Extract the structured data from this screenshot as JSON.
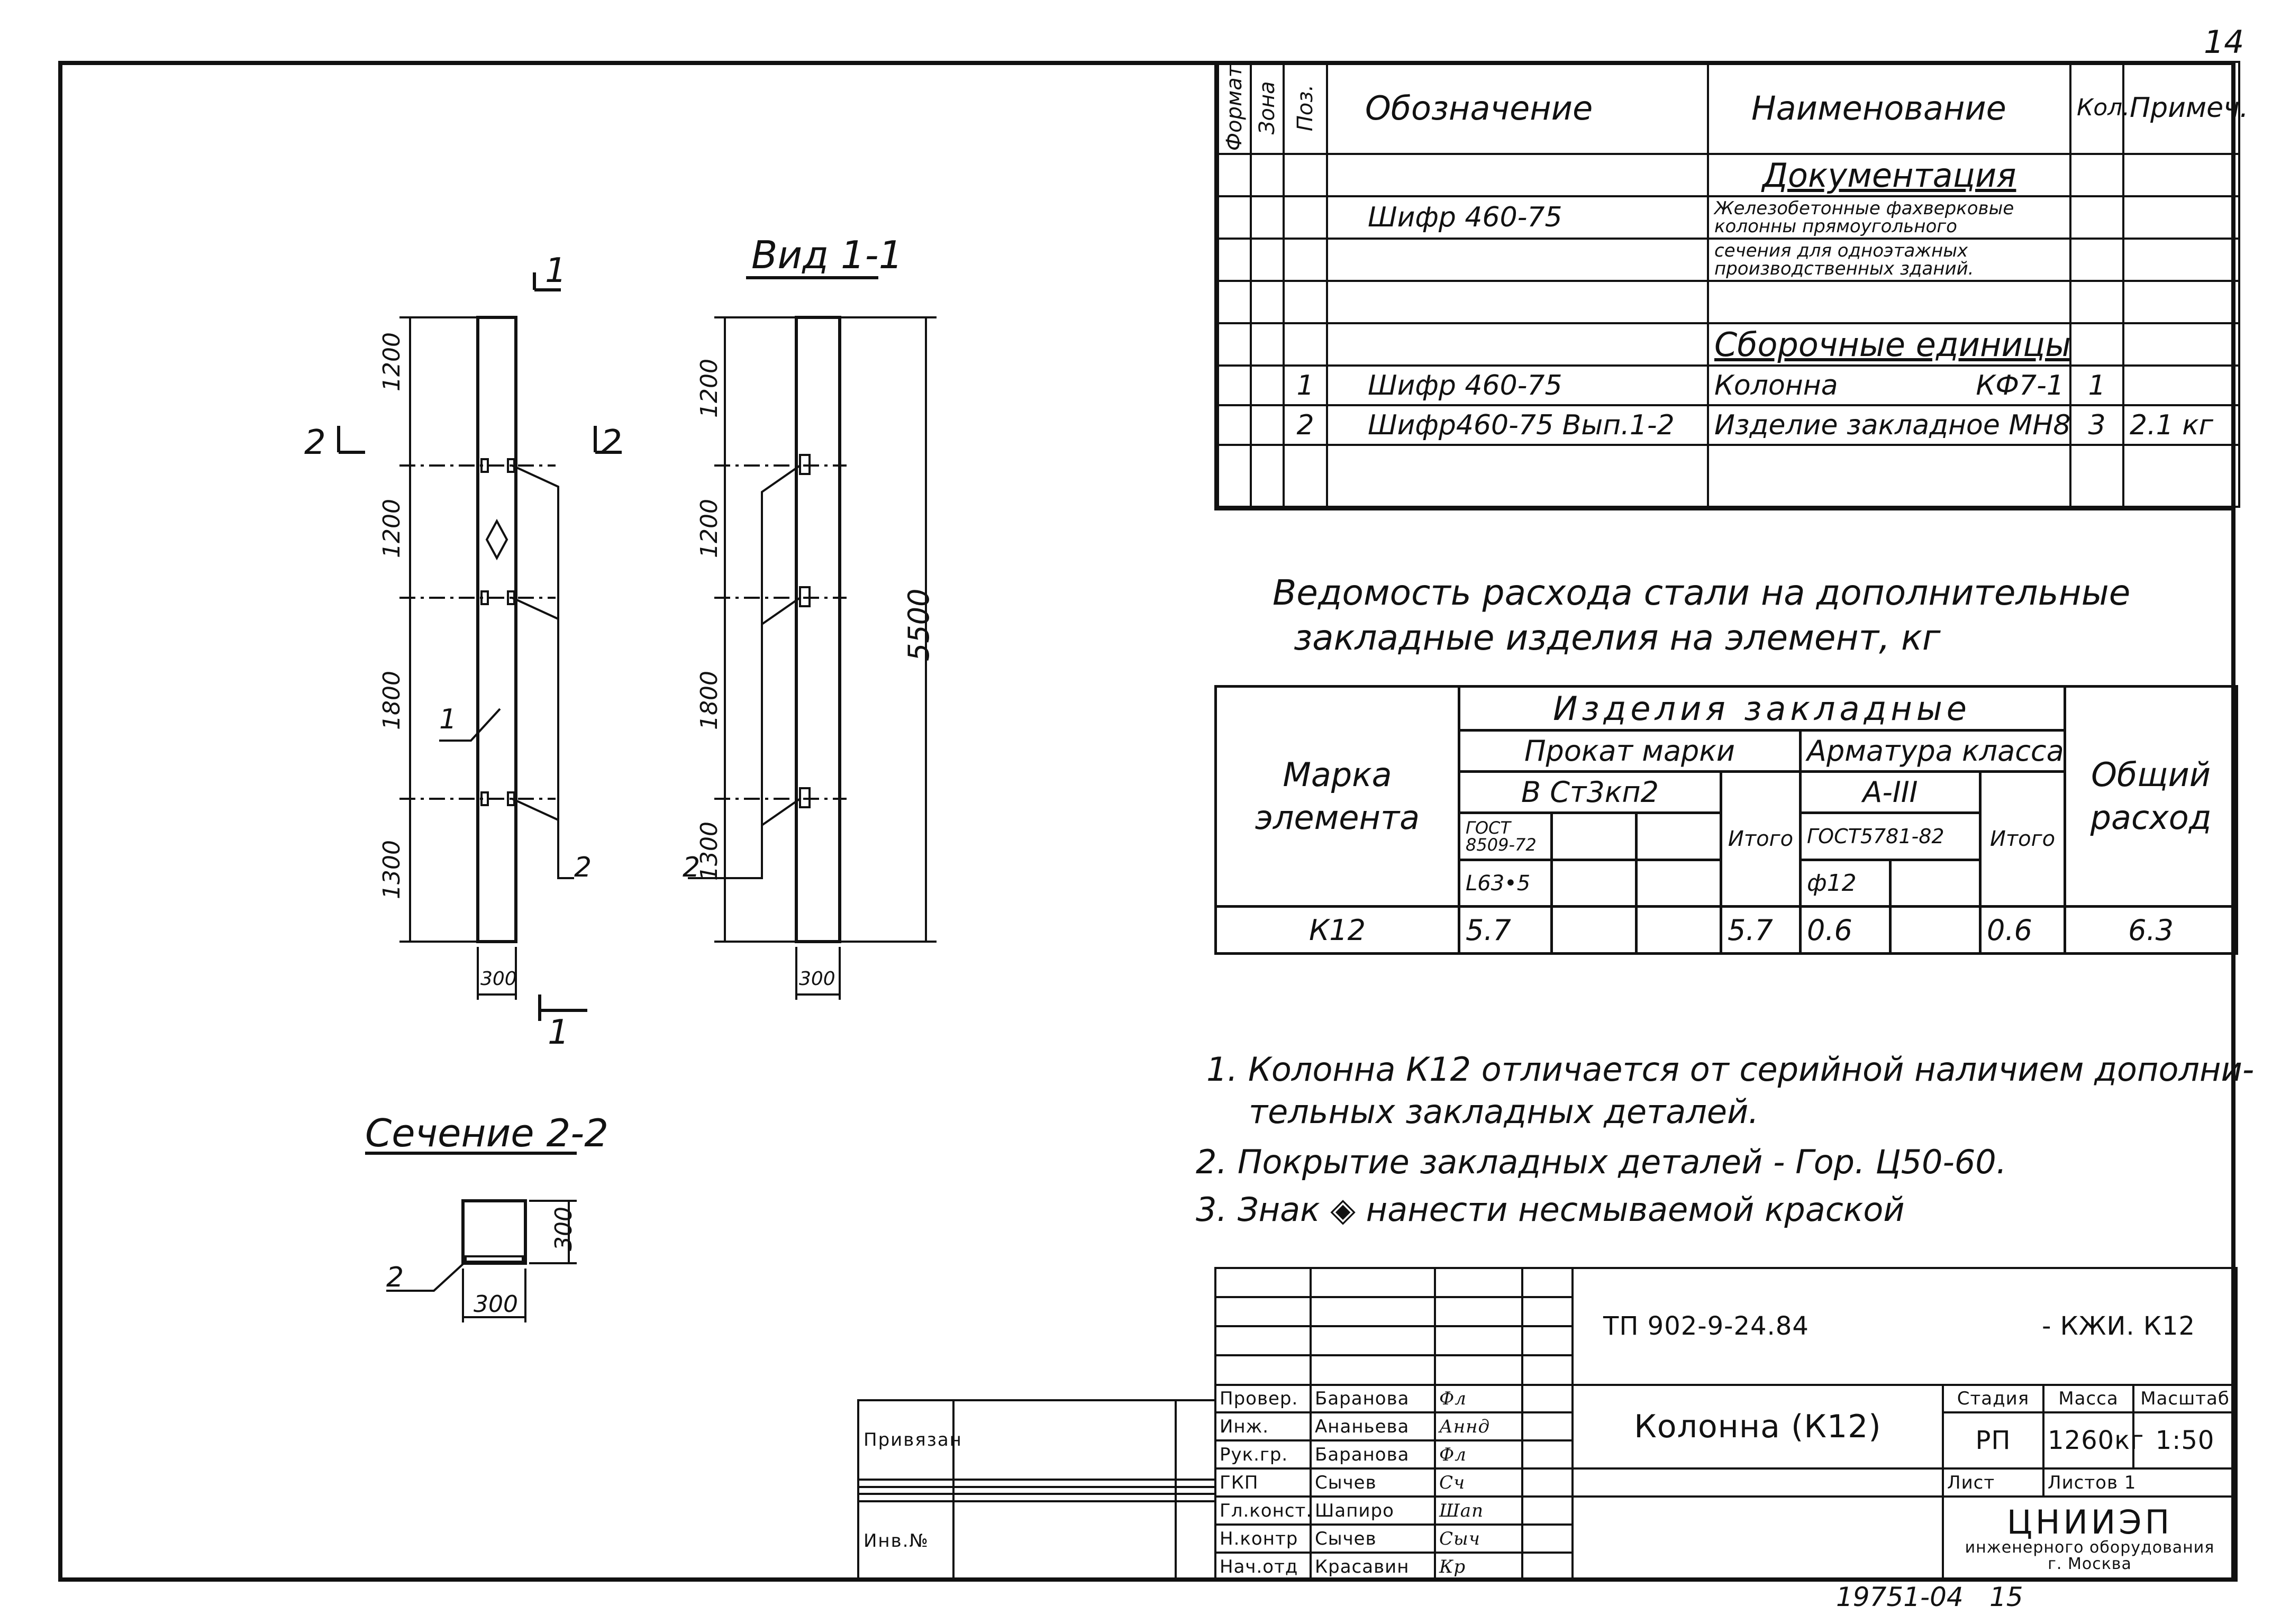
{
  "page_corner": {
    "number": "14",
    "bottom_code": "19751-04",
    "bottom_page": "15"
  },
  "spec_table": {
    "headers": {
      "format": "Формат",
      "zone": "Зона",
      "pos": "Поз.",
      "designation": "Обозначение",
      "name": "Наименование",
      "qty": "Кол.",
      "note": "Примеч."
    },
    "documentation": {
      "section": "Документация",
      "code": "Шифр 460-75",
      "name_line1": "Железобетонные фахверковые колонны прямоугольного",
      "name_line2": "сечения для одноэтажных производственных зданий."
    },
    "assembly": {
      "section": "Сборочные единицы"
    },
    "rows": [
      {
        "pos": "1",
        "designation": "Шифр 460-75",
        "name": "Колонна",
        "mark": "КФ7-1",
        "qty": "1",
        "note": ""
      },
      {
        "pos": "2",
        "designation": "Шифр460-75 Вып.1-2",
        "name": "Изделие закладное МН8",
        "mark": "",
        "qty": "3",
        "note": "2.1 кг"
      }
    ]
  },
  "steel_table": {
    "title_line1": "Ведомость расхода стали на дополнительные",
    "title_line2": "закладные изделия на элемент, кг",
    "mark_header": "Марка элемента",
    "items_header": "Изделия закладные",
    "rolled_header": "Прокат марки",
    "rolled_grade": "В Ст3кп2",
    "rolled_gost": "ГОСТ 8509-72",
    "rolled_profile": "L63•5",
    "rebar_header": "Арматура класса",
    "rebar_class": "А-III",
    "rebar_gost": "ГОСТ5781-82",
    "rebar_dia": "ф12",
    "total": "Итого",
    "overall": "Общий расход",
    "row": {
      "mark": "К12",
      "rolled": "5.7",
      "rolled_total": "5.7",
      "rebar": "0.6",
      "rebar_total": "0.6",
      "overall": "6.3"
    }
  },
  "notes": [
    "1. Колонна К12 отличается от серийной наличием дополни-",
    "тельных закладных деталей.",
    "2. Покрытие закладных деталей - Гор. Ц50-60.",
    "3. Знак ◈ нанести несмываемой краской"
  ],
  "drawing": {
    "view_title": "Вид 1-1",
    "section_title": "Сечение 2-2",
    "cut_1": "1",
    "cut_2": "2",
    "dims_left": [
      "1200",
      "1200",
      "1800",
      "1300"
    ],
    "dims_right": [
      "1200",
      "1200",
      "1800",
      "1300"
    ],
    "total_height": "5500",
    "width": "300",
    "section_w": "300",
    "section_h": "300",
    "leader_1": "1",
    "leader_2": "2"
  },
  "title_block": {
    "doc_code": "ТП 902-9-24.84",
    "doc_suffix": "- КЖИ. К12",
    "object": "Колонна (К12)",
    "stage_h": "Стадия",
    "mass_h": "Масса",
    "scale_h": "Масштаб",
    "stage": "РП",
    "mass": "1260кг",
    "scale": "1:50",
    "sheet": "Лист",
    "sheets": "Листов 1",
    "org1": "ЦНИИЭП",
    "org2": "инженерного оборудования",
    "org3": "г. Москва",
    "roles": [
      "Провер.",
      "Инж.",
      "Рук.гр.",
      "ГКП",
      "Гл.конст.",
      "Н.контр",
      "Нач.отд"
    ],
    "names": [
      "Баранова",
      "Ананьева",
      "Баранова",
      "Сычев",
      "Шапиро",
      "Сычев",
      "Красавин"
    ],
    "signatures": [
      "Фл",
      "Аннд",
      "Фл",
      "Сч",
      "Шап",
      "Сыч",
      "Кр"
    ],
    "bound": "Привязан",
    "inv": "Инв.№"
  }
}
